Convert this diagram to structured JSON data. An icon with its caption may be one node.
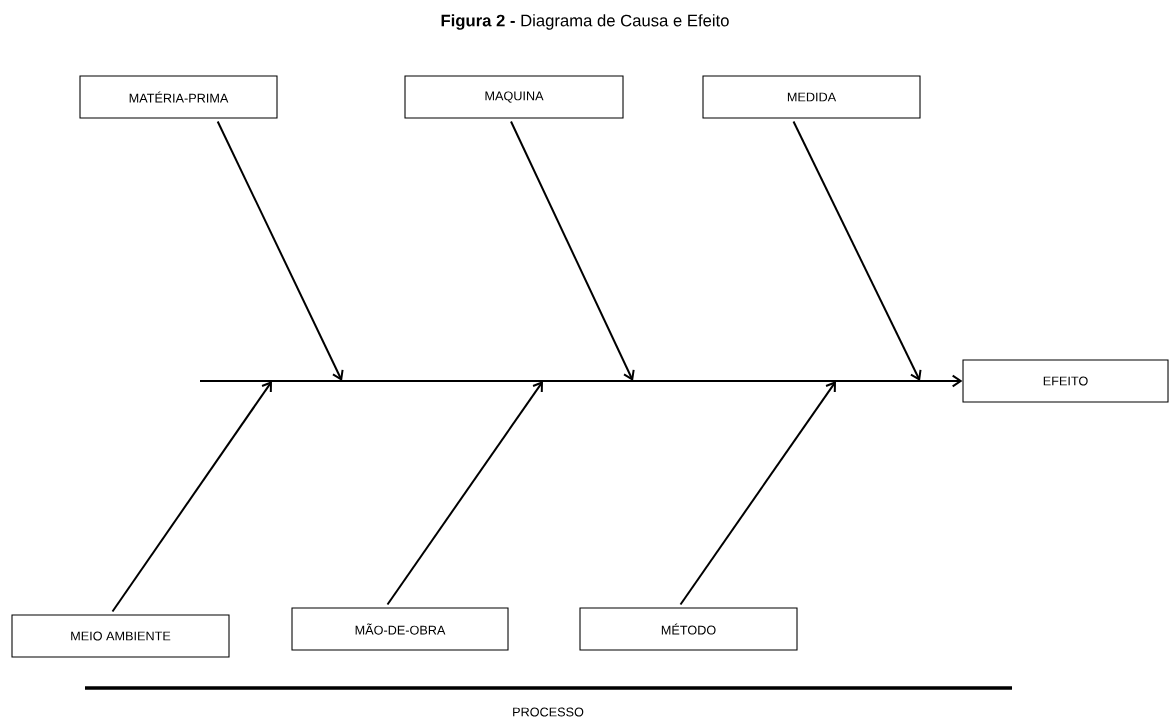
{
  "diagram": {
    "title": "**Figura 2 -** Diagrama de Causa e Efeito",
    "nodes": [
      {
        "text": [
          "MATÉRIA-PRIMA"
        ]
      },
      {
        "text": [
          "MAQUINA"
        ]
      },
      {
        "text": [
          "MEDIDA"
        ]
      },
      {
        "text": [
          "EFEITO"
        ]
      },
      {
        "text": [
          "MEIO AMBIENTE"
        ]
      },
      {
        "text": [
          "MÃO-DE-OBRA"
        ]
      },
      {
        "text": [
          "MÉTODO"
        ]
      }
    ],
    "edges": [
      {
        "from": 0,
        "to": null,
        "arrow": "to"
      },
      {
        "from": 1,
        "to": null,
        "arrow": "to"
      },
      {
        "from": 2,
        "to": null,
        "arrow": "to"
      },
      {
        "from": null,
        "to": 3,
        "arrow": "to"
      },
      {
        "from": 4,
        "to": null,
        "arrow": "to"
      },
      {
        "from": 5,
        "to": null,
        "arrow": "to"
      },
      {
        "from": 6,
        "to": null,
        "arrow": "to"
      }
    ],
    "labels": [
      "PROCESSO"
    ]
  }
}
